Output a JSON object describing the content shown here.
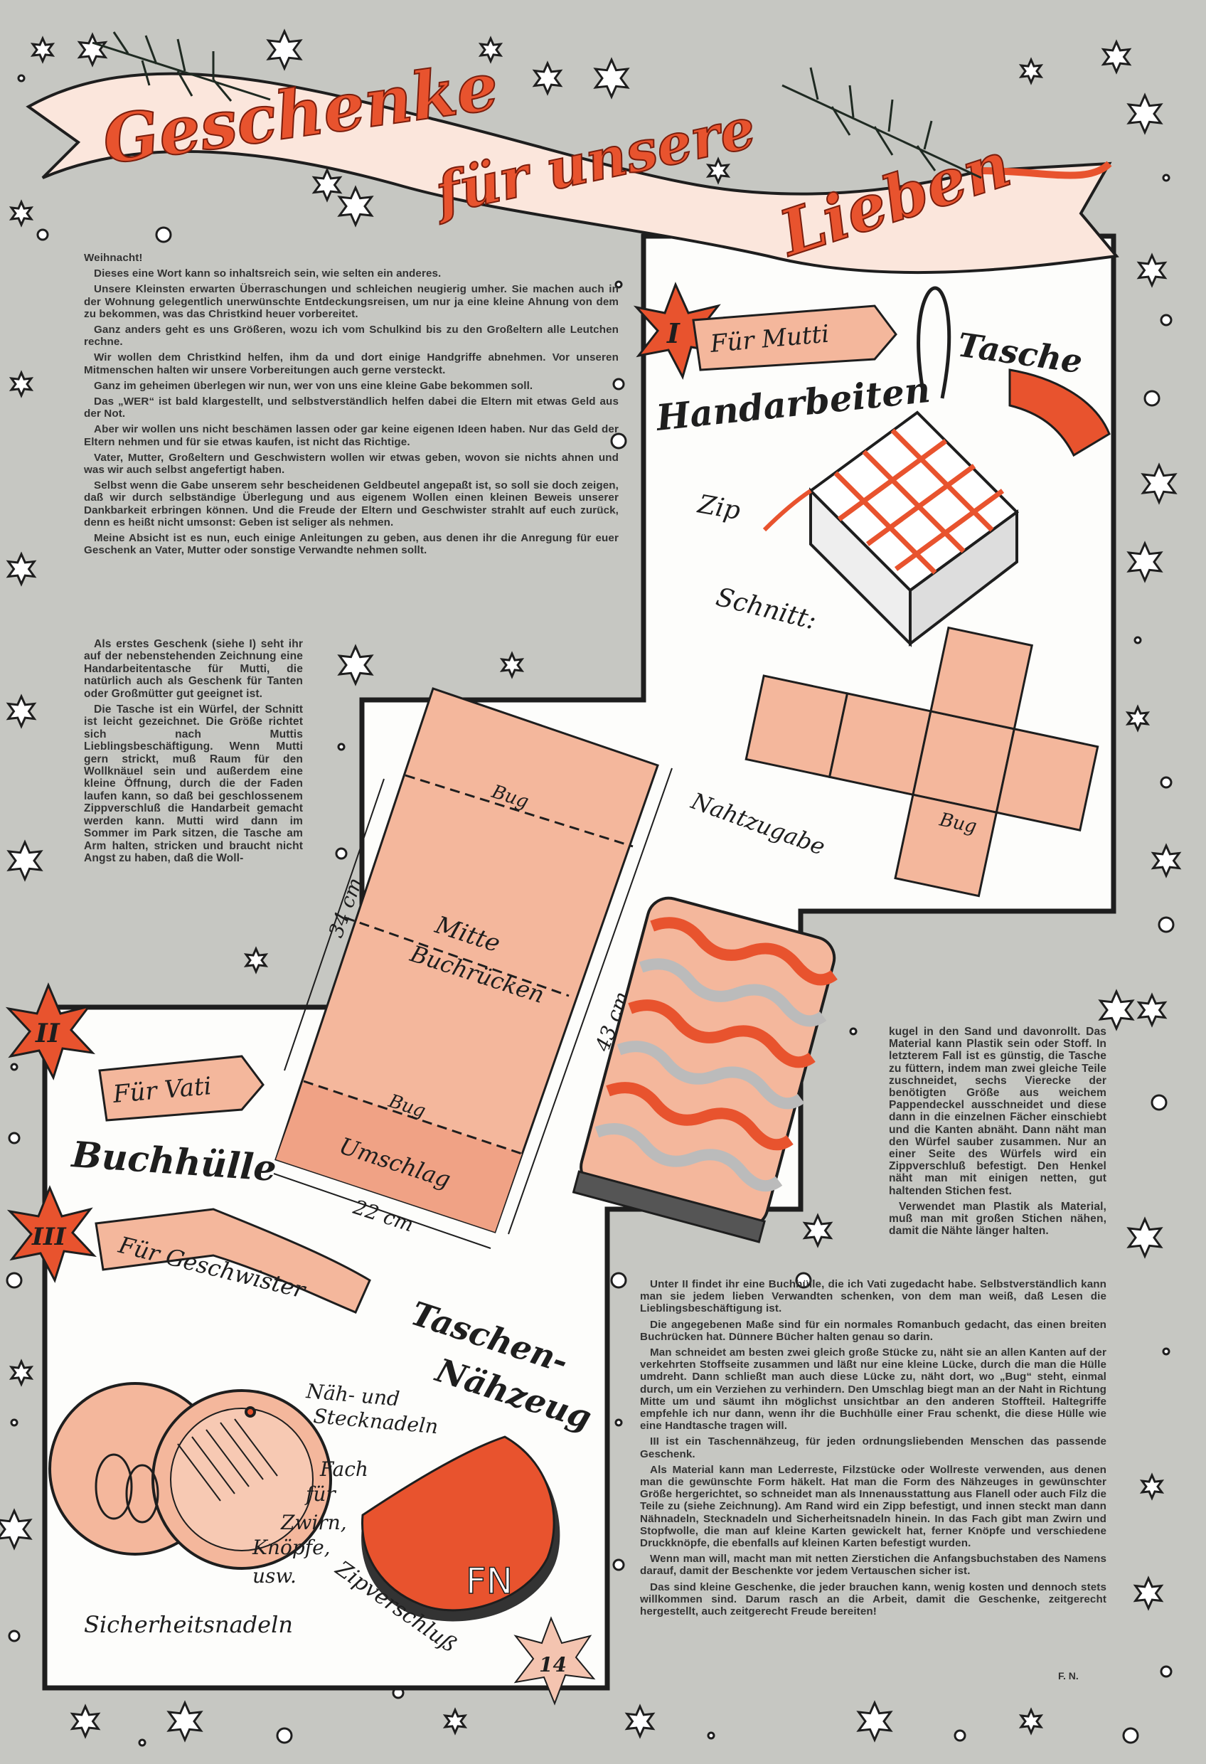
{
  "title": {
    "line1": "Geschenke",
    "line2": "für unsere",
    "line3": "Lieben"
  },
  "intro": {
    "heading": "Weihnacht!",
    "paragraphs": [
      "Dieses eine Wort kann so inhaltsreich sein, wie selten ein anderes.",
      "Unsere Kleinsten erwarten Überraschungen und schleichen neugierig umher. Sie machen auch in der Wohnung gelegentlich unerwünschte Entdeckungsreisen, um nur ja eine kleine Ahnung von dem zu bekommen, was das Christkind heuer vorbereitet.",
      "Ganz anders geht es uns Größeren, wozu ich vom Schulkind bis zu den Großeltern alle Leutchen rechne.",
      "Wir wollen dem Christkind helfen, ihm da und dort einige Handgriffe abnehmen. Vor unseren Mitmenschen halten wir unsere Vorbereitungen auch gerne versteckt.",
      "Ganz im geheimen überlegen wir nun, wer von uns eine kleine Gabe bekommen soll.",
      "Das „WER“ ist bald klargestellt, und selbstverständlich helfen dabei die Eltern mit etwas Geld aus der Not.",
      "Aber wir wollen uns nicht beschämen lassen oder gar keine eigenen Ideen haben. Nur das Geld der Eltern nehmen und für sie etwas kaufen, ist nicht das Richtige.",
      "Vater, Mutter, Großeltern und Geschwistern wollen wir etwas geben, wovon sie nichts ahnen und was wir auch selbst angefertigt haben.",
      "Selbst wenn die Gabe unserem sehr bescheidenen Geldbeutel angepaßt ist, so soll sie doch zeigen, daß wir durch selbständige Überlegung und aus eigenem Wollen einen kleinen Beweis unserer Dankbarkeit erbringen können. Und die Freude der Eltern und Geschwister strahlt auf euch zurück, denn es heißt nicht umsonst: Geben ist seliger als nehmen.",
      "Meine Absicht ist es nun, euch einige Anleitungen zu geben, aus denen ihr die Anregung für euer Geschenk an Vater, Mutter oder sonstige Verwandte nehmen sollt."
    ]
  },
  "narrow_col": [
    "Als erstes Geschenk (siehe I) seht ihr auf der nebenstehenden Zeichnung eine Handarbeitentasche für Mutti, die natürlich auch als Geschenk für Tanten oder Großmütter gut geeignet ist.",
    "Die Tasche ist ein Würfel, der Schnitt ist leicht gezeichnet. Die Größe richtet sich nach Muttis Lieblingsbeschäftigung. Wenn Mutti gern strickt, muß Raum für den Wollknäuel sein und außerdem eine kleine Öffnung, durch die der Faden laufen kann, so daß bei geschlossenem Zippverschluß die Handarbeit gemacht werden kann. Mutti wird dann im Sommer im Park sitzen, die Tasche am Arm halten, stricken und braucht nicht Angst zu haben, daß die Woll-"
  ],
  "right_col": [
    "kugel in den Sand und davonrollt. Das Material kann Plastik sein oder Stoff. In letzterem Fall ist es günstig, die Tasche zu füttern, indem man zwei gleiche Teile zuschneidet, sechs Vierecke der benötigten Größe aus weichem Pappendeckel ausschneidet und diese dann in die einzelnen Fächer einschiebt und die Kanten abnäht. Dann näht man den Würfel sauber zusammen. Nur an einer Seite des Würfels wird ein Zippverschluß befestigt. Den Henkel näht man mit einigen netten, gut haltenden Stichen fest.",
    "Verwendet man Plastik als Material, muß man mit großen Stichen nähen, damit die Nähte länger halten."
  ],
  "bottom_col": [
    "Unter II findet ihr eine Buchhülle, die ich Vati zugedacht habe. Selbstverständlich kann man sie jedem lieben Verwandten schenken, von dem man weiß, daß Lesen die Lieblingsbeschäftigung ist.",
    "Die angegebenen Maße sind für ein normales Romanbuch gedacht, das einen breiten Buchrücken hat. Dünnere Bücher halten genau so darin.",
    "Man schneidet am besten zwei gleich große Stücke zu, näht sie an allen Kanten auf der verkehrten Stoffseite zusammen und läßt nur eine kleine Lücke, durch die man die Hülle umdreht. Dann schließt man auch diese Lücke zu, näht dort, wo „Bug“ steht, einmal durch, um ein Verziehen zu verhindern. Den Umschlag biegt man an der Naht in Richtung Mitte um und säumt ihn möglichst unsichtbar an den anderen Stoffteil. Haltegriffe empfehle ich nur dann, wenn ihr die Buchhülle einer Frau schenkt, die diese Hülle wie eine Handtasche tragen will.",
    "III ist ein Taschennähzeug, für jeden ordnungsliebenden Menschen das passende Geschenk.",
    "Als Material kann man Lederreste, Filzstücke oder Wollreste verwenden, aus denen man die gewünschte Form häkelt. Hat man die Form des Nähzeuges in gewünschter Größe hergerichtet, so schneidet man als Innenausstattung aus Flanell oder auch Filz die Teile zu (siehe Zeichnung). Am Rand wird ein Zipp befestigt, und innen steckt man dann Nähnadeln, Stecknadeln und Sicherheitsnadeln hinein. In das Fach gibt man Zwirn und Stopfwolle, die man auf kleine Karten gewickelt hat, ferner Knöpfe und verschiedene Druckknöpfe, die ebenfalls auf kleinen Karten befestigt wurden.",
    "Wenn man will, macht man mit netten Zierstichen die Anfangsbuchstaben des Namens darauf, damit der Beschenkte vor jedem Vertauschen sicher ist.",
    "Das sind kleine Geschenke, die jeder brauchen kann, wenig kosten und dennoch stets willkommen sind. Darum rasch an die Arbeit, damit die Geschenke, zeitgerecht hergestellt, auch zeitgerecht Freude bereiten!"
  ],
  "signature": "F. N.",
  "section1": {
    "numeral": "I",
    "ribbon": "Für Mutti",
    "name_a": "Handarbeiten",
    "name_b": "Tasche",
    "zip": "Zip",
    "schnitt": "Schnitt:",
    "nahtzugabe": "Nahtzugabe",
    "bug": "Bug"
  },
  "section2": {
    "numeral": "II",
    "ribbon": "Für Vati",
    "name": "Buchhülle",
    "bug_top": "Bug",
    "dim_height": "34 cm",
    "mitte": "Mitte",
    "buchruecken": "Buchrücken",
    "dim_total": "43 cm",
    "bug_bottom": "Bug",
    "umschlag": "Umschlag",
    "dim_width": "22 cm"
  },
  "section3": {
    "numeral": "III",
    "ribbon": "Für Geschwister",
    "name_a": "Taschen-",
    "name_b": "Nähzeug",
    "needles_a": "Näh- und",
    "needles_b": "Stecknadeln",
    "fach": [
      "Fach",
      "für",
      "Zwirn,",
      "Knöpfe,",
      "usw."
    ],
    "safety": "Sicherheitsnadeln",
    "zip": "Zipverschluß",
    "initials": "FN"
  },
  "page_number": "14",
  "colors": {
    "accent": "#e8532e",
    "pink": "#f4b79c",
    "paper": "#c6c7c2",
    "ink": "#222222"
  }
}
